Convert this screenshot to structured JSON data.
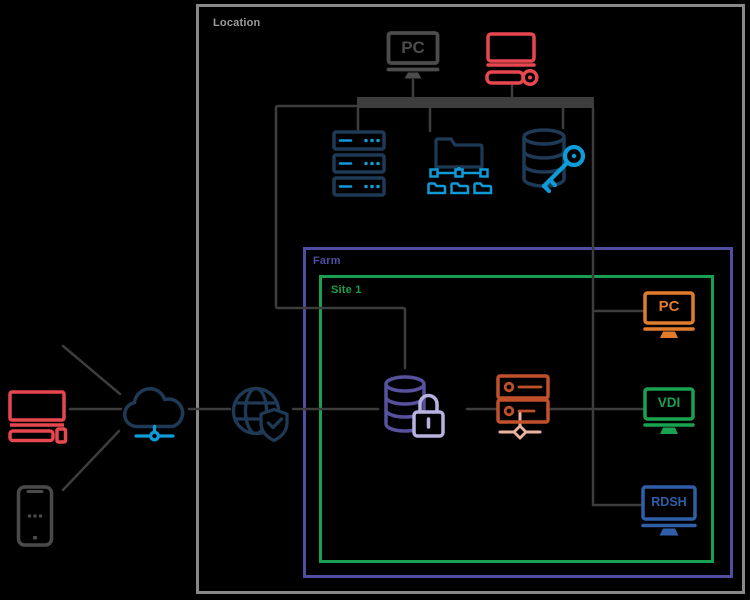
{
  "colors": {
    "bg": "#000000",
    "line": "#3d3d3d",
    "location_border": "#888888",
    "location_label": "#9c9c9c",
    "farm": "#514da1",
    "site": "#18a050",
    "navy": "#1e3a56",
    "blue": "#0f9bd8",
    "purple": "#57519e",
    "lavender": "#b8b2e0",
    "rust": "#c0512b",
    "pink": "#ecb3a3",
    "orange": "#e17c2d",
    "green": "#1aa251",
    "rdsh_blue": "#2f5fa8",
    "red": "#e8474f",
    "gray_icon": "#4c4c4c",
    "phone_gray": "#4a4a4a"
  },
  "boxes": {
    "location": {
      "label": "Location"
    },
    "farm": {
      "label": "Farm"
    },
    "site": {
      "label": "Site 1"
    }
  },
  "device_labels": {
    "top_pc": "PC",
    "session_pc": "PC",
    "vdi": "VDI",
    "rdsh": "RDSH"
  },
  "icons": {
    "top_pc": "pc-monitor-icon",
    "pc_camera": "pc-with-camera-icon",
    "server_stack": "server-rack-icon",
    "ad_folder": "active-directory-folder-icon",
    "db_key": "database-key-icon",
    "db_lock": "database-lock-icon",
    "broker": "connection-broker-server-icon",
    "gateway": "globe-shield-icon",
    "cloud": "cloud-network-icon",
    "desktop": "desktop-computer-icon",
    "phone": "smartphone-icon",
    "session_pc": "pc-monitor-icon",
    "vdi": "vdi-monitor-icon",
    "rdsh": "rdsh-monitor-icon"
  }
}
